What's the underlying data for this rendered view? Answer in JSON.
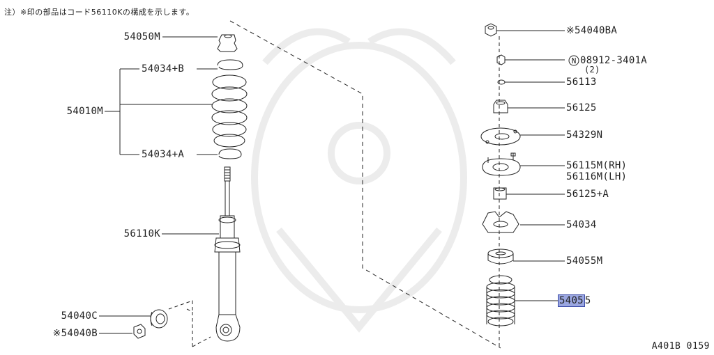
{
  "note": "注）※印の部品はコード56110Kの構成を示します。",
  "drawing_code": "A401B 0159",
  "highlight_color": "#9aa6e0",
  "labels": {
    "p54050M": "54050M",
    "p54034B": "54034+B",
    "p54010M": "54010M",
    "p54034A": "54034+A",
    "p56110K": "56110K",
    "p54040C": "54040C",
    "p54040B": "※54040B",
    "p54040BA": "※54040BA",
    "p08912": "08912-3401A",
    "p08912_qty": "(2)",
    "p56113": "56113",
    "p56125": "56125",
    "p54329N": "54329N",
    "p56115M": "56115M(RH)",
    "p56116M": "56116M(LH)",
    "p56125A": "56125+A",
    "p54034": "54034",
    "p54055M": "54055M",
    "p54055_hl": "5405",
    "p54055_tail": "5"
  }
}
